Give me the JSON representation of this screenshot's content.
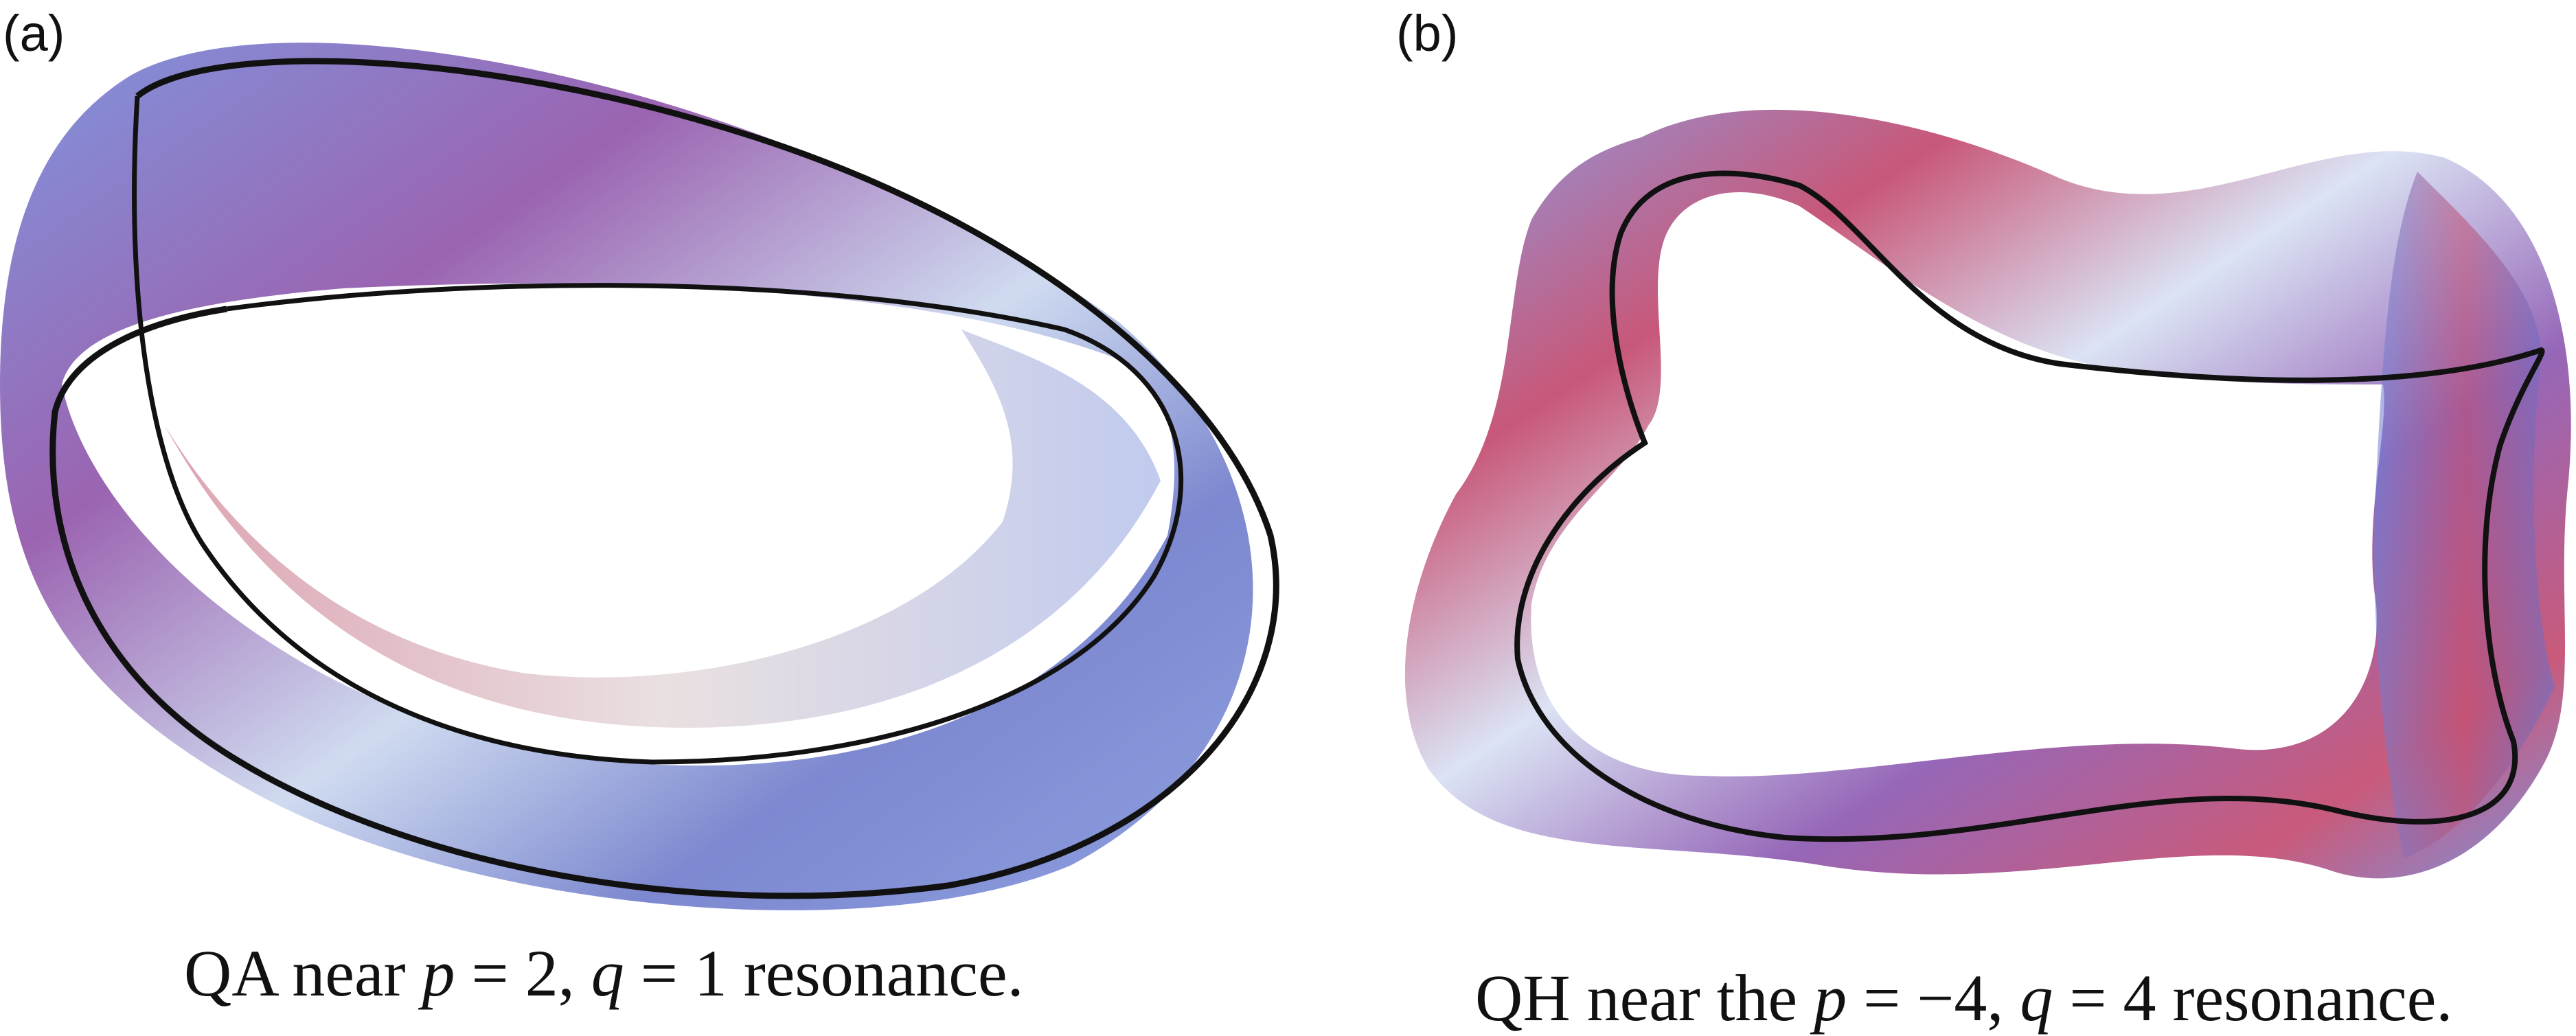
{
  "panels": [
    {
      "label": "(a)",
      "caption": {
        "prefix": "QA near ",
        "p_var": "p",
        "p_eq": " = 2, ",
        "q_var": "q",
        "q_eq": " = 1 resonance."
      }
    },
    {
      "label": "(b)",
      "caption": {
        "prefix": "QH near the ",
        "p_var": "p",
        "p_eq": " = −4, ",
        "q_var": "q",
        "q_eq": " = 4 resonance."
      }
    }
  ],
  "colors": {
    "surface_blue": "#7b8fe0",
    "surface_purple": "#8a4fa8",
    "surface_red": "#c2456a",
    "surface_light": "#d9e3f2",
    "field_line": "#111111"
  }
}
